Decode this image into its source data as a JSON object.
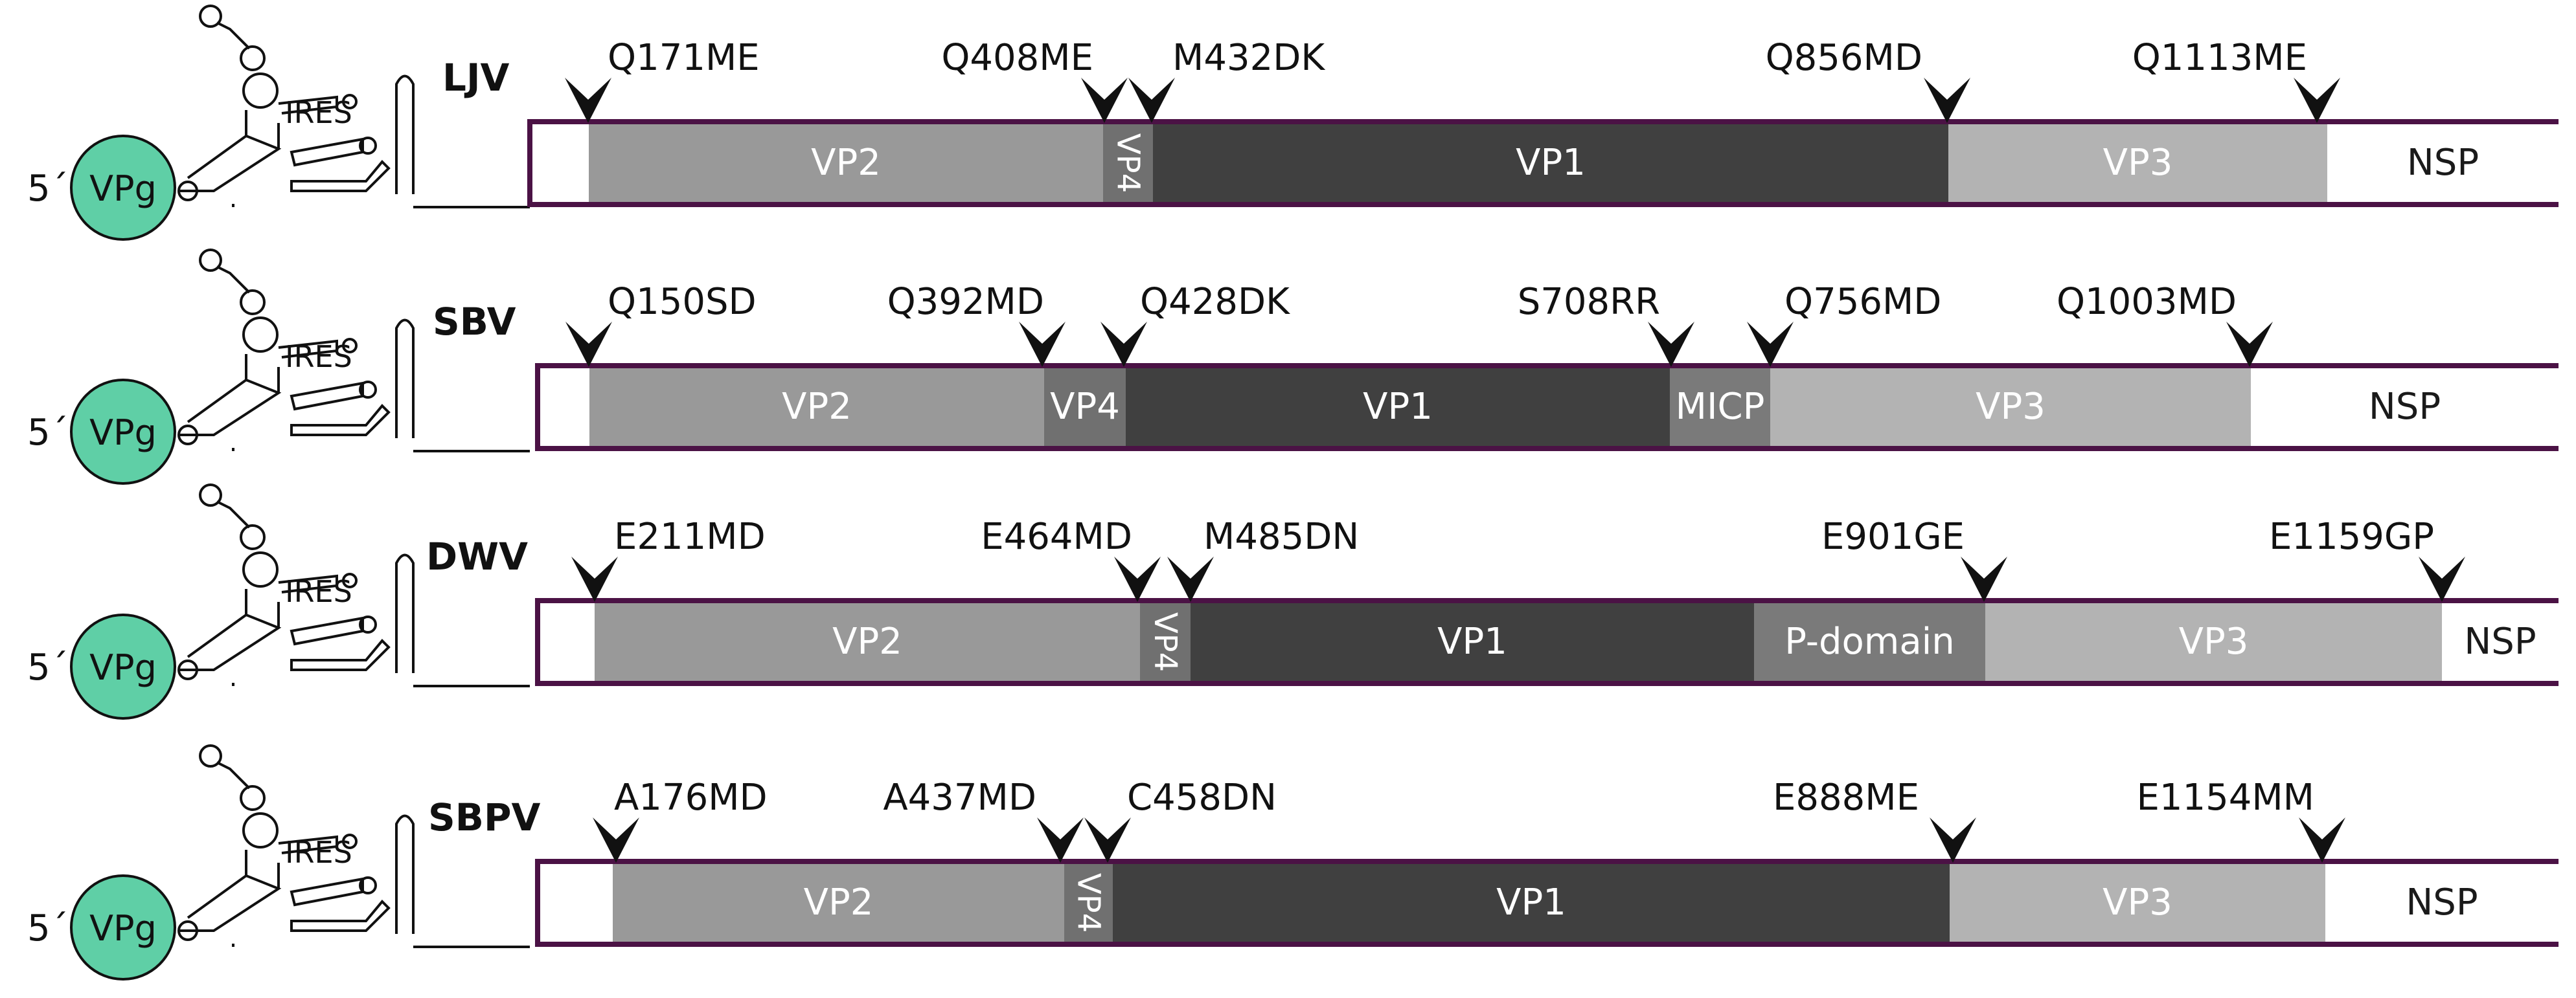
{
  "genomes": [
    {
      "virus": "LJV",
      "vpg": "VPg",
      "five_prime": "5´",
      "ires": "IRES",
      "segments": [
        {
          "label": "VP2",
          "shade": "#999999",
          "text_color": "#ffffff"
        },
        {
          "label": "VP4",
          "shade": "#707070",
          "text_color": "#ffffff",
          "vertical": true
        },
        {
          "label": "VP1",
          "shade": "#404040",
          "text_color": "#ffffff"
        },
        {
          "label": "VP3",
          "shade": "#b3b3b3",
          "text_color": "#ffffff"
        },
        {
          "label": "NSP",
          "shade": "#ffffff",
          "text_color": "#1a1a1a"
        }
      ],
      "cleavage_sites": [
        "Q171ME",
        "Q408ME",
        "M432DK",
        "Q856MD",
        "Q1113ME"
      ]
    },
    {
      "virus": "SBV",
      "vpg": "VPg",
      "five_prime": "5´",
      "ires": "IRES",
      "segments": [
        {
          "label": "VP2",
          "shade": "#999999",
          "text_color": "#ffffff"
        },
        {
          "label": "VP4",
          "shade": "#707070",
          "text_color": "#ffffff"
        },
        {
          "label": "VP1",
          "shade": "#404040",
          "text_color": "#ffffff"
        },
        {
          "label": "MICP",
          "shade": "#7a7a7a",
          "text_color": "#ffffff"
        },
        {
          "label": "VP3",
          "shade": "#b3b3b3",
          "text_color": "#ffffff"
        },
        {
          "label": "NSP",
          "shade": "#ffffff",
          "text_color": "#1a1a1a"
        }
      ],
      "cleavage_sites": [
        "Q150SD",
        "Q392MD",
        "Q428DK",
        "S708RR",
        "Q756MD",
        "Q1003MD"
      ]
    },
    {
      "virus": "DWV",
      "vpg": "VPg",
      "five_prime": "5´",
      "ires": "IRES",
      "segments": [
        {
          "label": "VP2",
          "shade": "#999999",
          "text_color": "#ffffff"
        },
        {
          "label": "VP4",
          "shade": "#707070",
          "text_color": "#ffffff",
          "vertical": true
        },
        {
          "label": "VP1",
          "shade": "#404040",
          "text_color": "#ffffff"
        },
        {
          "label": "P-domain",
          "shade": "#7a7a7a",
          "text_color": "#ffffff"
        },
        {
          "label": "VP3",
          "shade": "#b3b3b3",
          "text_color": "#ffffff"
        },
        {
          "label": "NSP",
          "shade": "#ffffff",
          "text_color": "#1a1a1a"
        }
      ],
      "cleavage_sites": [
        "E211MD",
        "E464MD",
        "M485DN",
        "E901GE",
        "E1159GP"
      ]
    },
    {
      "virus": "SBPV",
      "vpg": "VPg",
      "five_prime": "5´",
      "ires": "IRES",
      "segments": [
        {
          "label": "VP2",
          "shade": "#999999",
          "text_color": "#ffffff"
        },
        {
          "label": "VP4",
          "shade": "#707070",
          "text_color": "#ffffff",
          "vertical": true
        },
        {
          "label": "VP1",
          "shade": "#404040",
          "text_color": "#ffffff"
        },
        {
          "label": "VP3",
          "shade": "#b3b3b3",
          "text_color": "#ffffff"
        },
        {
          "label": "NSP",
          "shade": "#ffffff",
          "text_color": "#1a1a1a"
        }
      ],
      "cleavage_sites": [
        "A176MD",
        "A437MD",
        "C458DN",
        "E888ME",
        "E1154MM"
      ]
    }
  ],
  "colors": {
    "vpg_fill": "#5fcfa6",
    "vpg_stroke": "#111111",
    "genome_outline": "#4b1245",
    "arrow": "#111111",
    "text": "#111111"
  }
}
